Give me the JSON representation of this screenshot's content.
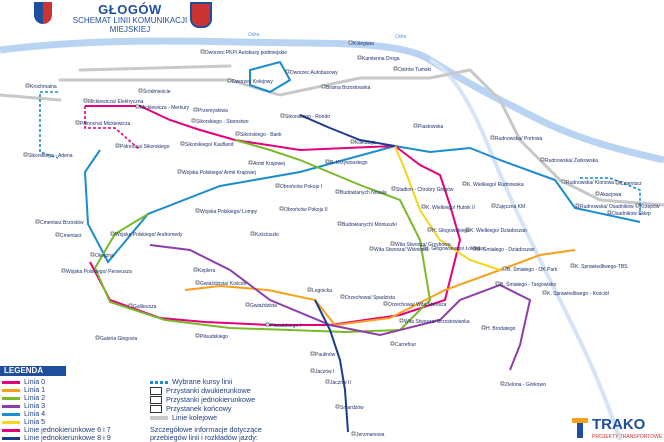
{
  "header": {
    "title": "GŁOGÓW",
    "subtitle_line1": "SCHEMAT LINII KOMUNIKACJI",
    "subtitle_line2": "MIEJSKIEJ"
  },
  "colors": {
    "line0": "#e4007c",
    "line1": "#f7a11a",
    "line2": "#7ab929",
    "line3": "#8b3fa7",
    "line4": "#1a8ccf",
    "line5": "#f2d61b",
    "line67": "#e4007c",
    "line89": "#1a3d8f",
    "rail": "#c8c8c8",
    "river": "#b9d4f2",
    "brand": "#1f4e9c"
  },
  "rivers": {
    "odra_top": "Odra",
    "odra_right": "Odra"
  },
  "stops": [
    {
      "id": "krochmalna",
      "label": "Krochmalna"
    },
    {
      "id": "srodmiescie",
      "label": "Śródmieście"
    },
    {
      "id": "dworzec_pkp",
      "label": "Dworzec PKP/ Autobusy podmiejskie"
    },
    {
      "id": "dworzec_kolejowy",
      "label": "Dworzec Kolejowy"
    },
    {
      "id": "dworzec_autobusowy",
      "label": "Dworzec Autobusowy"
    },
    {
      "id": "brama_brzostowska",
      "label": "Brama Brzostowska"
    },
    {
      "id": "kolegiata",
      "label": "Kolegiata"
    },
    {
      "id": "kamienna_droga",
      "label": "Kamienna Droga"
    },
    {
      "id": "ostrow_tumski",
      "label": "Ostrów Tumski"
    },
    {
      "id": "mickiewicza_elektryczna",
      "label": "Mickiewicza/ Elektryczna"
    },
    {
      "id": "mickiewicza_merkury",
      "label": "Mickiewicza - Merkury"
    },
    {
      "id": "przemyslowa",
      "label": "Przemysłowa"
    },
    {
      "id": "polnocna_mickiewicza",
      "label": "Północna/ Mickiewicza"
    },
    {
      "id": "polnocna_sikorskiego",
      "label": "Północna/ Sikorskiego"
    },
    {
      "id": "sikorskiego_adena",
      "label": "Sikorskiego - Adena"
    },
    {
      "id": "sikorskiego_starostwo",
      "label": "Sikorskiego - Starostwo"
    },
    {
      "id": "sikorskiego_rondo",
      "label": "Sikorskiego - Rondo"
    },
    {
      "id": "sikorskiego_kaufland",
      "label": "Sikorskiego/ Kaufland"
    },
    {
      "id": "sikorskiego_bank",
      "label": "Sikorskiego - Bank"
    },
    {
      "id": "kolkataja",
      "label": "Kołkataja"
    },
    {
      "id": "piastowska",
      "label": "Piastowska"
    },
    {
      "id": "b_krzywoustego",
      "label": "B. Krzywoustego"
    },
    {
      "id": "armii_krajowej",
      "label": "Armii Krajowej"
    },
    {
      "id": "wojska_polskiego_armii_krajowej",
      "label": "Wojska Polskiego/ Armii Krajowej"
    },
    {
      "id": "obroncow_pokoju_i",
      "label": "Obrońców Pokoju I"
    },
    {
      "id": "obroncow_pokoju_ii",
      "label": "Obrońców Pokoju II"
    },
    {
      "id": "budowlanych_nosala",
      "label": "Budowlanych Nosala"
    },
    {
      "id": "budowlanych_moniuszki",
      "label": "Budowlanych/ Moniuszki"
    },
    {
      "id": "wojska_polskiego_lompy",
      "label": "Wojska Polskiego/ Lompy"
    },
    {
      "id": "wojska_polskiego_andromedy",
      "label": "Wojska Polskiego/ Andromedy"
    },
    {
      "id": "wojska_polskiego_perseusza",
      "label": "Wojska Polskiego/ Perseusza"
    },
    {
      "id": "cmentarz_brzostow",
      "label": "Cmentarz Brzostów"
    },
    {
      "id": "okrezna",
      "label": "Okrężna"
    },
    {
      "id": "kosciuszki",
      "label": "Kościuszki"
    },
    {
      "id": "keplera",
      "label": "Keplera"
    },
    {
      "id": "gwiazdzista_kosciol",
      "label": "Gwiaździsta/ Kościół"
    },
    {
      "id": "gwiazdzista",
      "label": "Gwiaździsta"
    },
    {
      "id": "galileusza",
      "label": "Galileusza"
    },
    {
      "id": "pilsudskiego",
      "label": "Piłsudskiego"
    },
    {
      "id": "pilsudskiego_i",
      "label": "Piłsudskiego I"
    },
    {
      "id": "galeria_glogovia",
      "label": "Galeria Głogovia"
    },
    {
      "id": "legnicka",
      "label": "Legnicka"
    },
    {
      "id": "paulinow",
      "label": "Paulinów"
    },
    {
      "id": "jaczow_i",
      "label": "Jaczów I"
    },
    {
      "id": "jaczow_ii",
      "label": "Jaczów II"
    },
    {
      "id": "smardzow",
      "label": "Smardzów"
    },
    {
      "id": "jerzmanowa",
      "label": "Jerzmanowa"
    },
    {
      "id": "orzechowa_spadzista",
      "label": "Orzechowa/ Spadzista"
    },
    {
      "id": "orzechowa_wita_stwosza",
      "label": "Orzechowa/ Wita Stwosza"
    },
    {
      "id": "wita_stwosza_brzostowianka",
      "label": "Wita Stwosza/ Brzostowianka"
    },
    {
      "id": "wita_stwosza_wisniowa",
      "label": "Wita Stwosza/ Wiśniowa"
    },
    {
      "id": "wita_stwosza_grzybowa",
      "label": "Wita Stwosza/ Grzybowa"
    },
    {
      "id": "carrefour",
      "label": "Carrefour"
    },
    {
      "id": "h_brodatego",
      "label": "H. Brodatego"
    },
    {
      "id": "stadion_chrobry",
      "label": "Stadion - Chrobry Głogów"
    },
    {
      "id": "k_wielkiego_rudnowska",
      "label": "K. Wielkiego/ Rudnowska"
    },
    {
      "id": "k_wielkiego_hutnik",
      "label": "K. Wielkiego/ Hutnik II"
    },
    {
      "id": "k_wielkiego_dziadoszan",
      "label": "K. Wielkiego/ Dziadoszan"
    },
    {
      "id": "h_glogowskiego",
      "label": "H. Głogowskiego"
    },
    {
      "id": "h_glogowskiego_lokietka",
      "label": "H. Głogowskiego/ Łokietka"
    },
    {
      "id": "b_smialego_dziadoszan",
      "label": "B. Śmiałego - Dziadoszan"
    },
    {
      "id": "b_smialego_ok_park",
      "label": "B. Śmiałego - OK Park"
    },
    {
      "id": "b_smialego_targowisko",
      "label": "B. Śmiałego - Targowisko"
    },
    {
      "id": "k_sprawiedliwego_tbs",
      "label": "K. Sprawiedliwego-TBS"
    },
    {
      "id": "k_sprawiedliwego_kosciol",
      "label": "K. Sprawiedliwego - Kościół"
    },
    {
      "id": "zajeczna_km",
      "label": "Zajęczna KM"
    },
    {
      "id": "rudnowska_portowa",
      "label": "Rudnowska/ Portowa"
    },
    {
      "id": "rudnowska_zarkowska",
      "label": "Rudnowska/ Żarkowska"
    },
    {
      "id": "rudnowska_klonowa",
      "label": "Rudnowska/ Klonowa"
    },
    {
      "id": "rudnowska_osadkow",
      "label": "Rudnowska/ Osadników"
    },
    {
      "id": "osadnikow_sklep",
      "label": "Osadników Sklep"
    },
    {
      "id": "akacjowa",
      "label": "Akacjowa"
    },
    {
      "id": "krzepow",
      "label": "Krzepów"
    },
    {
      "id": "zielona_gorkowo",
      "label": "Zielona - Górkowo"
    },
    {
      "id": "cmentarz_right",
      "label": "Cmentarz"
    },
    {
      "id": "cmentarz_left",
      "label": "Cmentarz"
    }
  ],
  "legend": {
    "heading": "LEGENDA",
    "lines": [
      {
        "label": "Linia 0"
      },
      {
        "label": "Linia 1"
      },
      {
        "label": "Linia 2"
      },
      {
        "label": "Linia 3"
      },
      {
        "label": "Linia 4"
      },
      {
        "label": "Linia 5"
      },
      {
        "label": "Linie jednokierunkowe 6 i 7"
      },
      {
        "label": "Linie jednokierunkowe 8 i 9"
      }
    ],
    "symbols": [
      {
        "label": "Wybrane kursy linii"
      },
      {
        "label": "Przystanki dwukierunkowe"
      },
      {
        "label": "Przystanki jednokierunkowe"
      },
      {
        "label": "Przystanek końcowy"
      },
      {
        "label": "Linie kolejowe"
      }
    ],
    "note_line1": "Szczegółowe informacje dotyczące",
    "note_line2": "przebiegów linii i rozkładów jazdy:"
  },
  "logo": {
    "word": "TRAKO",
    "sub": "PROJEKTY TRANSPORTOWE"
  }
}
